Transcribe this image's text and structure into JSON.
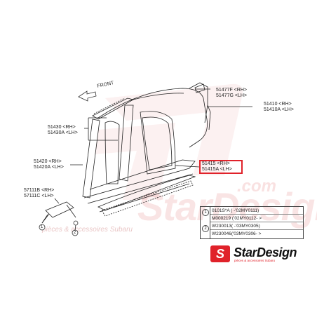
{
  "diagram": {
    "direction_label": "FRONT",
    "parts": [
      {
        "number": "51477F",
        "side": "<RH>"
      },
      {
        "number": "51477G",
        "side": "<LH>"
      },
      {
        "number": "51410",
        "side": "<RH>"
      },
      {
        "number": "51410A",
        "side": "<LH>"
      },
      {
        "number": "51430",
        "side": "<RH>"
      },
      {
        "number": "51430A",
        "side": "<LH>"
      },
      {
        "number": "51420",
        "side": "<RH>"
      },
      {
        "number": "51420A",
        "side": "<LH>"
      },
      {
        "number": "51415",
        "side": "<RH>"
      },
      {
        "number": "51415A",
        "side": "<LH>"
      },
      {
        "number": "57111B",
        "side": "<RH>"
      },
      {
        "number": "57111C",
        "side": "<LH>"
      }
    ],
    "callouts": [
      "1",
      "2"
    ],
    "highlight_color": "#e0222a"
  },
  "parts_table": {
    "marker_1": "1",
    "marker_2": "2",
    "rows": [
      "0101S*A  (       -'02MY0111)",
      "M000219  ('02MY0112-      >",
      "W230013(       -'03MY0305)",
      "W230046('03MY0306-      >"
    ]
  },
  "watermark": {
    "brand": "StarDesign",
    "domain": ".com",
    "tagline": "pièces & accessoires Subaru"
  },
  "logo": {
    "mark": "S",
    "name": "StarDesign",
    "tagline": "pièces & accessoires Subaru",
    "brand_color": "#e0222a"
  }
}
